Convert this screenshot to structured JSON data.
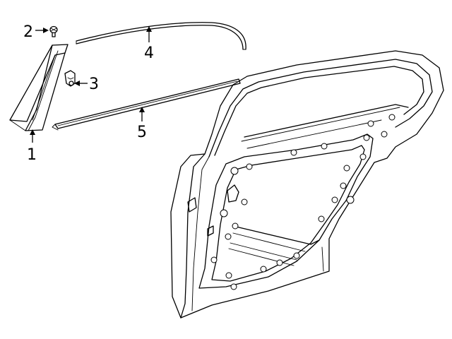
{
  "colors": {
    "line": "#000000",
    "background": "#ffffff"
  },
  "callouts": [
    {
      "id": "1",
      "label": "1"
    },
    {
      "id": "2",
      "label": "2"
    },
    {
      "id": "3",
      "label": "3"
    },
    {
      "id": "4",
      "label": "4"
    },
    {
      "id": "5",
      "label": "5"
    }
  ]
}
